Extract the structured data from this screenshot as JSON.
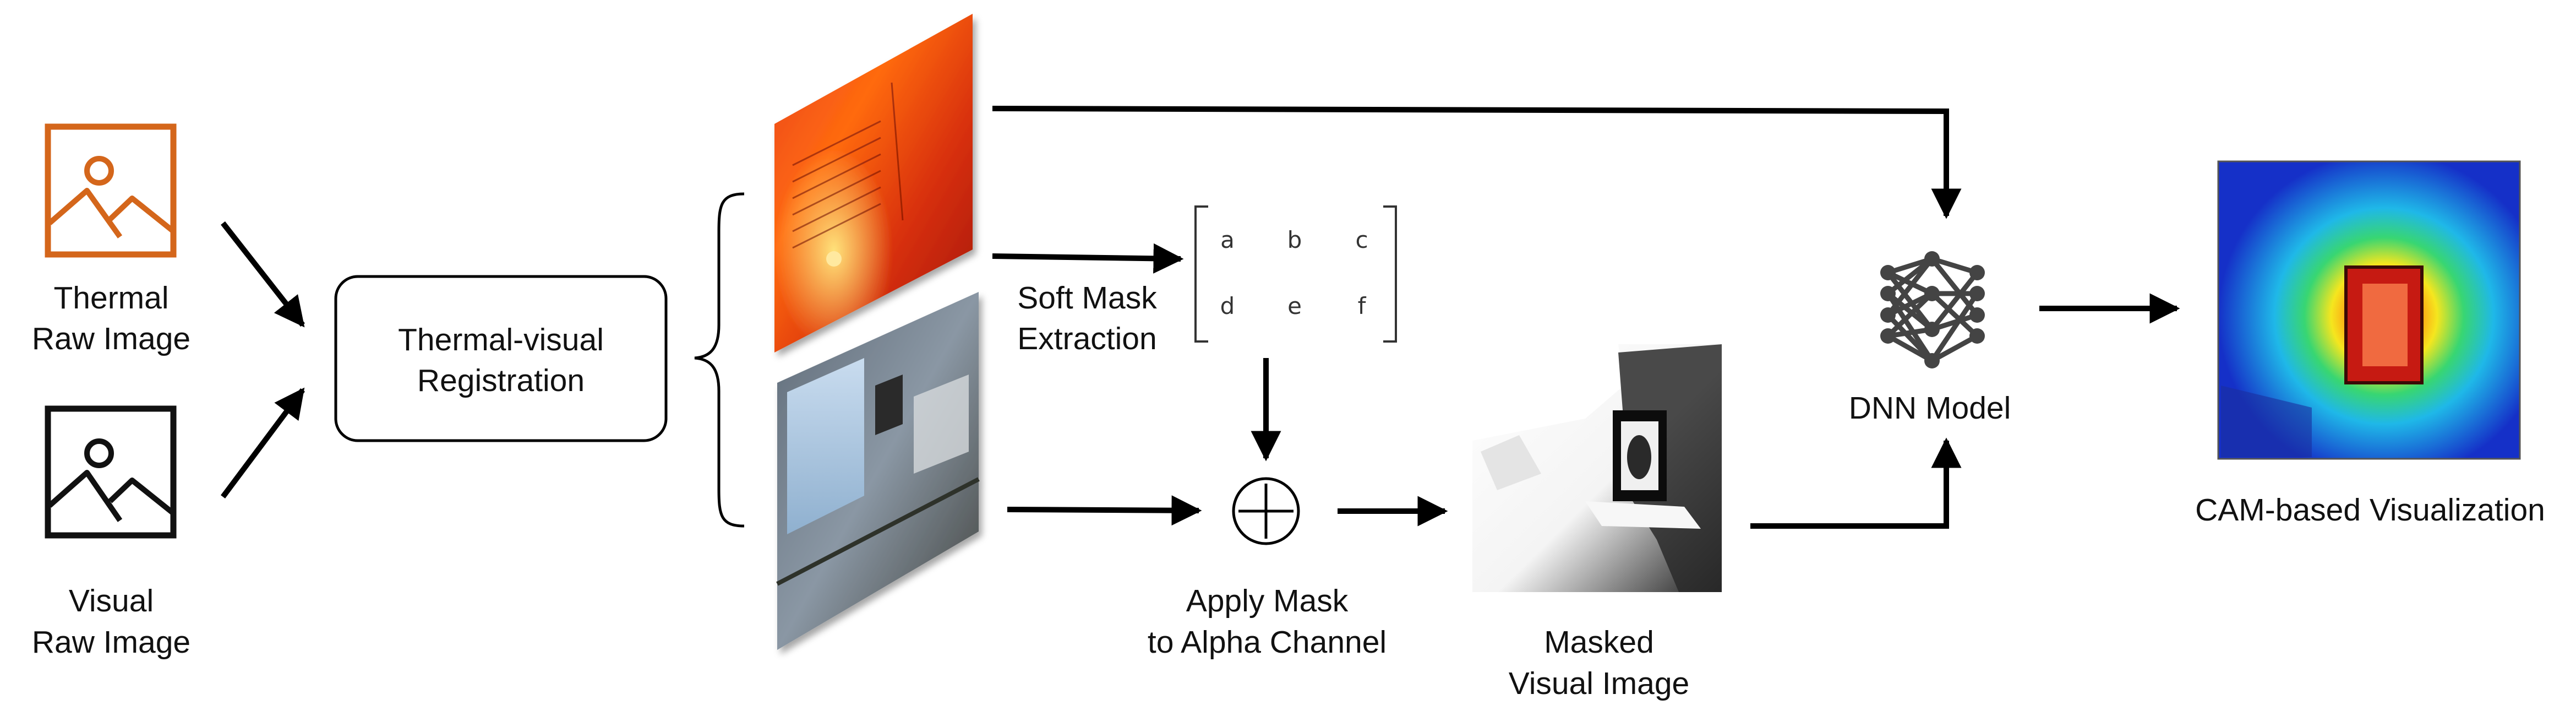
{
  "inputs": {
    "thermal": {
      "line1": "Thermal",
      "line2": "Raw Image",
      "icon": "image-icon",
      "color": "#D4661B"
    },
    "visual": {
      "line1": "Visual",
      "line2": "Raw Image",
      "icon": "image-icon",
      "color": "#111111"
    }
  },
  "registration": {
    "line1": "Thermal-visual",
    "line2": "Registration"
  },
  "soft_mask": {
    "line1": "Soft Mask",
    "line2": "Extraction"
  },
  "matrix": {
    "cells": [
      "a",
      "b",
      "c",
      "d",
      "e",
      "f"
    ]
  },
  "apply_mask": {
    "line1": "Apply Mask",
    "line2": "to Alpha Channel",
    "icon": "plus-circle-icon"
  },
  "masked": {
    "line1": "Masked",
    "line2": "Visual Image"
  },
  "dnn": {
    "label": "DNN Model",
    "icon": "neural-network-icon"
  },
  "cam": {
    "label": "CAM-based Visualization"
  },
  "colors": {
    "thermal_accent": "#D4661B",
    "thermal_hot": "#FF6A00",
    "thermal_cool": "#B01806"
  }
}
